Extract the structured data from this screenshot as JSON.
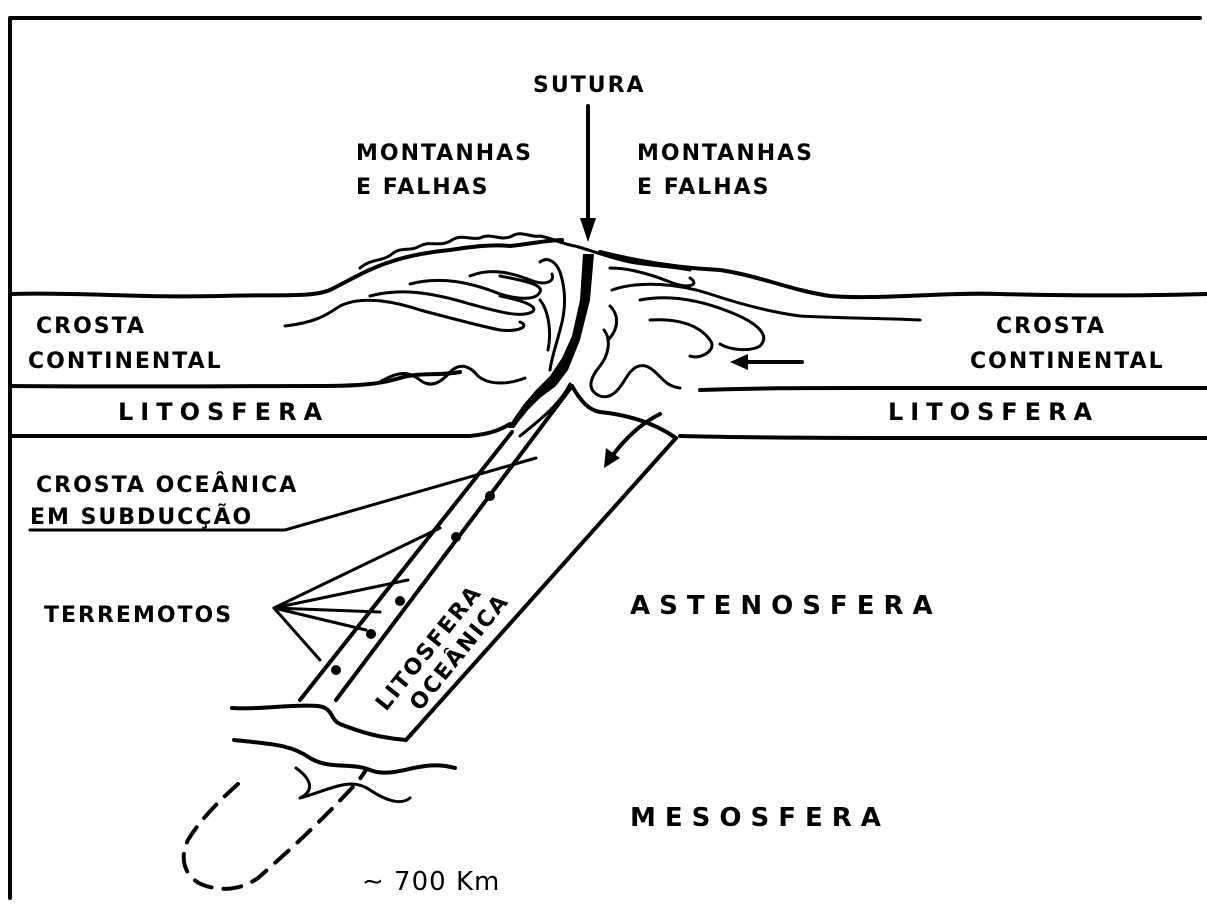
{
  "labels": {
    "sutura": "SUTURA",
    "montanhas_left_1": "MONTANHAS",
    "montanhas_left_2": "E FALHAS",
    "montanhas_right_1": "MONTANHAS",
    "montanhas_right_2": "E FALHAS",
    "crosta_left_1": "CROSTA",
    "crosta_left_2": "CONTINENTAL",
    "crosta_right_1": "CROSTA",
    "crosta_right_2": "CONTINENTAL",
    "litosfera_left": "LITOSFERA",
    "litosfera_right": "LITOSFERA",
    "crosta_oceanica_1": "CROSTA OCEÂNICA",
    "crosta_oceanica_2": "EM SUBDUCÇÃO",
    "terremotos": "TERREMOTOS",
    "astenosfera": "ASTENOSFERA",
    "litosfera_oceanica_1": "LITOSFERA",
    "litosfera_oceanica_2": "OCEÂNICA",
    "mesosfera": "MESOSFERA",
    "depth": "∼ 700 Km"
  }
}
